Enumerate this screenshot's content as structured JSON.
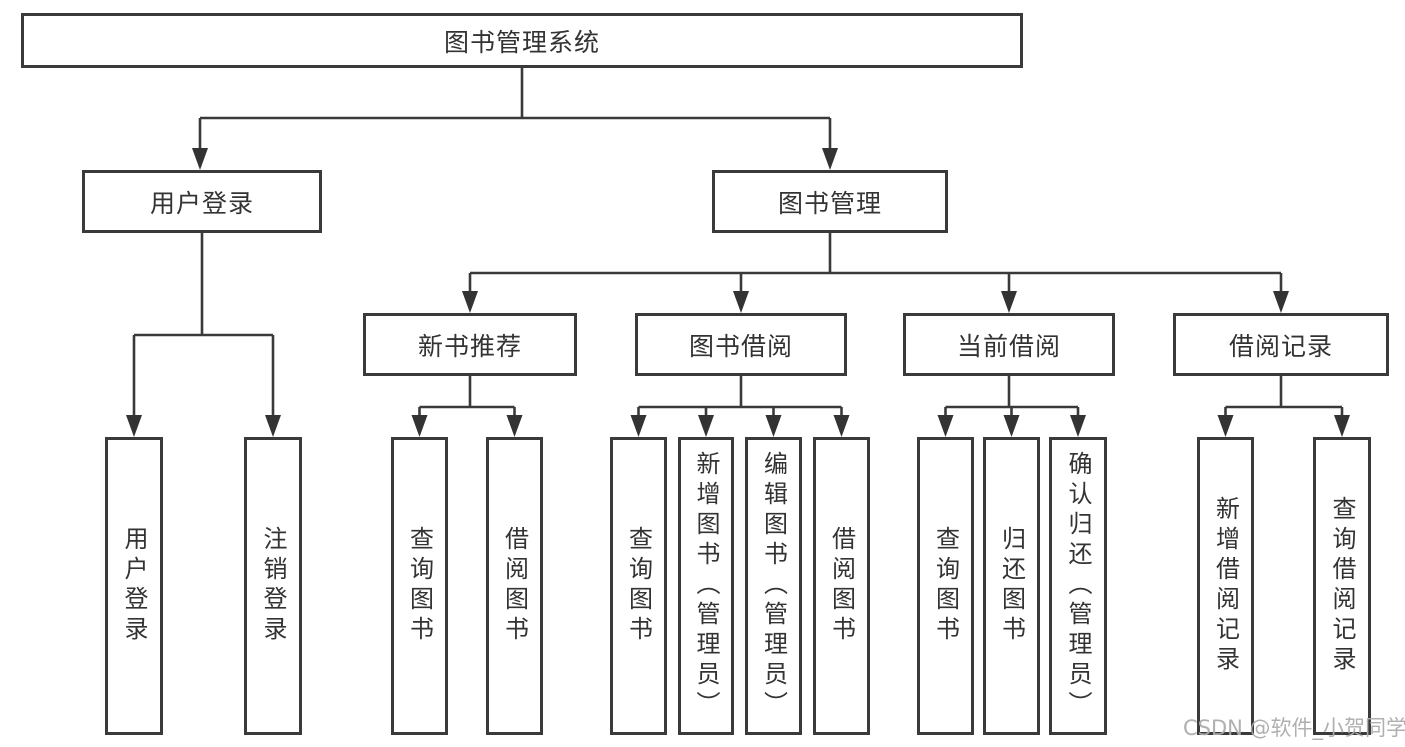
{
  "tree": {
    "root": {
      "label": "图书管理系统"
    },
    "level2": [
      {
        "label": "用户登录"
      },
      {
        "label": "图书管理"
      }
    ],
    "level3": [
      {
        "label": "新书推荐"
      },
      {
        "label": "图书借阅"
      },
      {
        "label": "当前借阅"
      },
      {
        "label": "借阅记录"
      }
    ],
    "leaves": {
      "user_login": [
        {
          "label": "用户登录"
        },
        {
          "label": "注销登录"
        }
      ],
      "new_book_recommend": [
        {
          "label": "查询图书"
        },
        {
          "label": "借阅图书"
        }
      ],
      "book_borrow": [
        {
          "label": "查询图书"
        },
        {
          "label": "新增图书（管理员）"
        },
        {
          "label": "编辑图书（管理员）"
        },
        {
          "label": "借阅图书"
        }
      ],
      "current_borrow": [
        {
          "label": "查询图书"
        },
        {
          "label": "归还图书"
        },
        {
          "label": "确认归还（管理员）"
        }
      ],
      "borrow_records": [
        {
          "label": "新增借阅记录"
        },
        {
          "label": "查询借阅记录"
        }
      ]
    }
  },
  "watermark": {
    "text": "CSDN @软件_小贺同学"
  },
  "colors": {
    "line": "#3a3a3a",
    "text": "#333333",
    "watermark": "#acacac",
    "background": "#ffffff"
  }
}
